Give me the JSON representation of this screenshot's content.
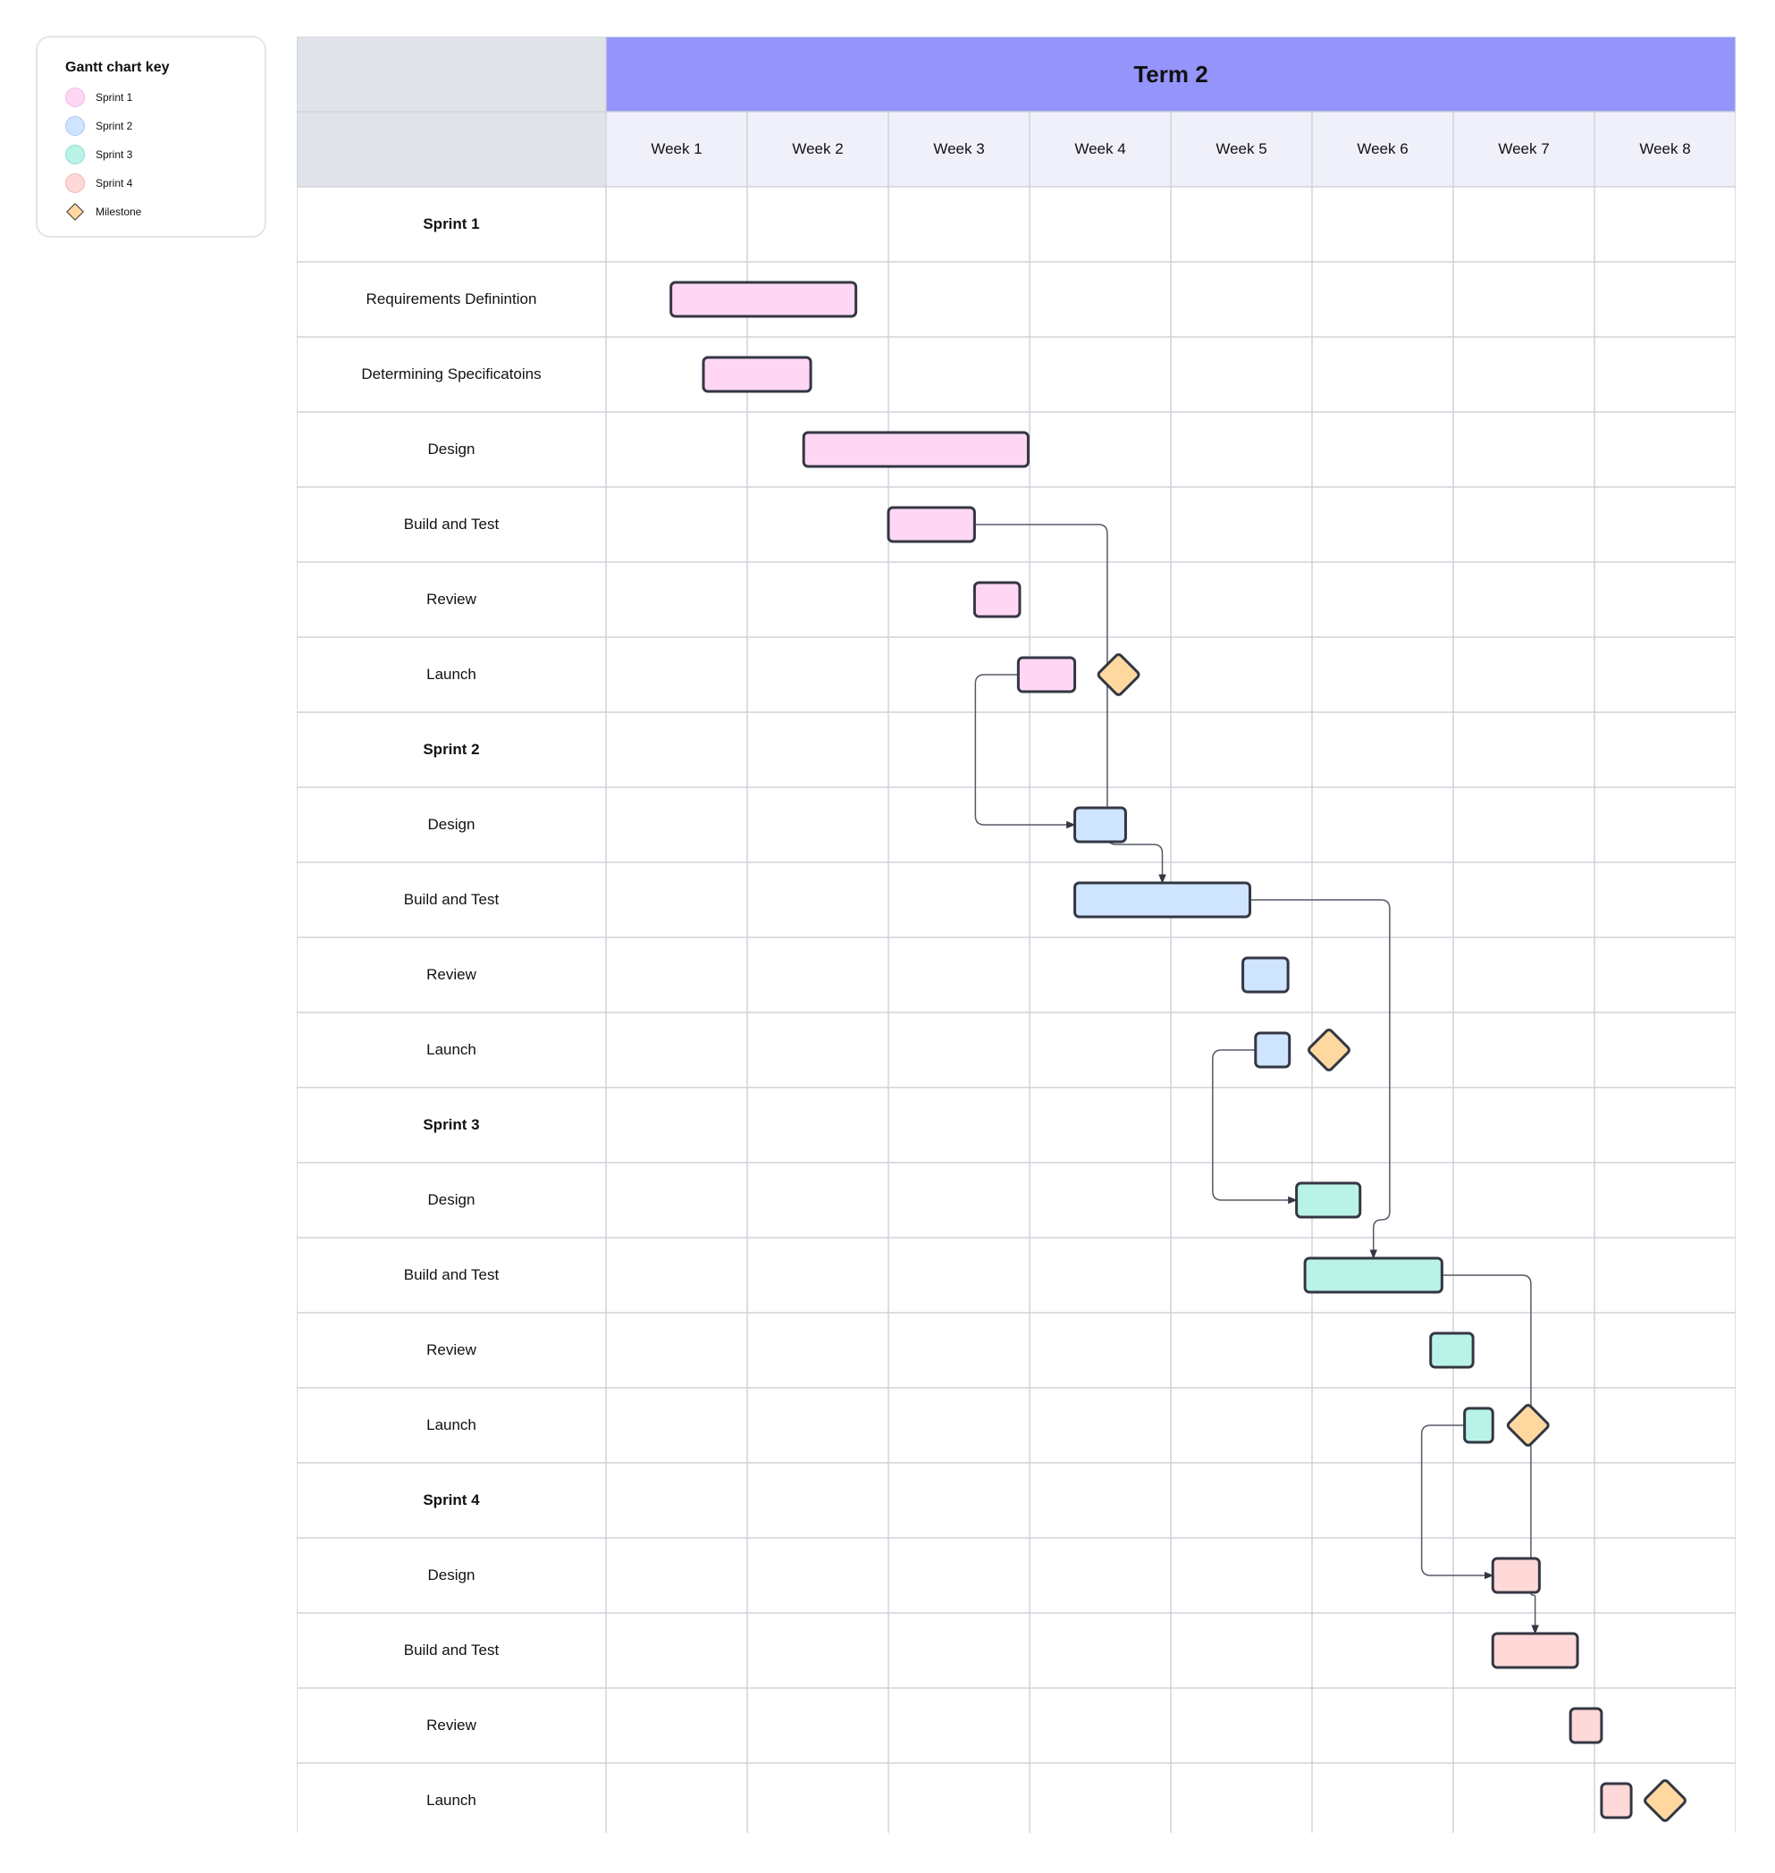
{
  "key": {
    "title": "Gantt chart key",
    "items": [
      {
        "label": "Sprint 1",
        "color": "#ffd7f4",
        "shape": "circle"
      },
      {
        "label": "Sprint 2",
        "color": "#cfe4ff",
        "shape": "circle"
      },
      {
        "label": "Sprint 3",
        "color": "#b9f3e8",
        "shape": "circle"
      },
      {
        "label": "Sprint 4",
        "color": "#ffd8d8",
        "shape": "circle"
      },
      {
        "label": "Milestone",
        "color": "#ffd8a0",
        "shape": "diamond"
      }
    ]
  },
  "header": {
    "term": "Term 2",
    "weeks": [
      "Week 1",
      "Week 2",
      "Week 3",
      "Week 4",
      "Week 5",
      "Week 6",
      "Week 7",
      "Week 8"
    ]
  },
  "colors": {
    "sprint1": "#ffd7f4",
    "sprint2": "#cfe4ff",
    "sprint3": "#b9f3e8",
    "sprint4": "#ffd8d8",
    "milestone": "#ffd8a0",
    "bar_border": "#333743",
    "grid": "#cfd3da",
    "header_term": "#9494fb",
    "header_week": "#f0f0fb",
    "corner": "#e0e3e7"
  },
  "rows": [
    {
      "label": "Sprint 1",
      "kind": "sprint"
    },
    {
      "label": "Requirements Definintion",
      "kind": "task",
      "sprint": 1,
      "start_week": 1.46,
      "end_week": 2.77
    },
    {
      "label": "Determining Specificatoins",
      "kind": "task",
      "sprint": 1,
      "start_week": 1.69,
      "end_week": 2.45
    },
    {
      "label": "Design",
      "kind": "task",
      "sprint": 1,
      "start_week": 2.4,
      "end_week": 3.99
    },
    {
      "label": "Build and Test",
      "kind": "task",
      "sprint": 1,
      "start_week": 3.0,
      "end_week": 3.61
    },
    {
      "label": "Review",
      "kind": "task",
      "sprint": 1,
      "start_week": 3.61,
      "end_week": 3.93
    },
    {
      "label": "Launch",
      "kind": "task",
      "sprint": 1,
      "start_week": 3.92,
      "end_week": 4.32,
      "milestone_week": 4.63
    },
    {
      "label": "Sprint 2",
      "kind": "sprint"
    },
    {
      "label": "Design",
      "kind": "task",
      "sprint": 2,
      "start_week": 4.32,
      "end_week": 4.68
    },
    {
      "label": "Build and Test",
      "kind": "task",
      "sprint": 2,
      "start_week": 4.32,
      "end_week": 5.56
    },
    {
      "label": "Review",
      "kind": "task",
      "sprint": 2,
      "start_week": 5.51,
      "end_week": 5.83
    },
    {
      "label": "Launch",
      "kind": "task",
      "sprint": 2,
      "start_week": 5.6,
      "end_week": 5.84,
      "milestone_week": 6.12
    },
    {
      "label": "Sprint 3",
      "kind": "sprint"
    },
    {
      "label": "Design",
      "kind": "task",
      "sprint": 3,
      "start_week": 5.89,
      "end_week": 6.34
    },
    {
      "label": "Build and Test",
      "kind": "task",
      "sprint": 3,
      "start_week": 5.95,
      "end_week": 6.92
    },
    {
      "label": "Review",
      "kind": "task",
      "sprint": 3,
      "start_week": 6.84,
      "end_week": 7.14
    },
    {
      "label": "Launch",
      "kind": "task",
      "sprint": 3,
      "start_week": 7.08,
      "end_week": 7.28,
      "milestone_week": 7.53
    },
    {
      "label": "Sprint 4",
      "kind": "sprint"
    },
    {
      "label": "Design",
      "kind": "task",
      "sprint": 4,
      "start_week": 7.28,
      "end_week": 7.61
    },
    {
      "label": "Build and Test",
      "kind": "task",
      "sprint": 4,
      "start_week": 7.28,
      "end_week": 7.88
    },
    {
      "label": "Review",
      "kind": "task",
      "sprint": 4,
      "start_week": 7.83,
      "end_week": 8.05
    },
    {
      "label": "Launch",
      "kind": "task",
      "sprint": 4,
      "start_week": 8.05,
      "end_week": 8.26,
      "milestone_week": 8.5
    }
  ],
  "dependencies": [
    {
      "from_row": 4,
      "to_row": 9,
      "type": "bar-end-to-bar-top"
    },
    {
      "from_row": 6,
      "to_row": 8,
      "type": "bar-start-to-bar-left"
    },
    {
      "from_row": 9,
      "to_row": 14,
      "type": "bar-end-to-bar-top"
    },
    {
      "from_row": 11,
      "to_row": 13,
      "type": "bar-start-to-bar-left"
    },
    {
      "from_row": 14,
      "to_row": 19,
      "type": "bar-end-to-bar-top"
    },
    {
      "from_row": 16,
      "to_row": 18,
      "type": "bar-start-to-bar-left"
    }
  ]
}
